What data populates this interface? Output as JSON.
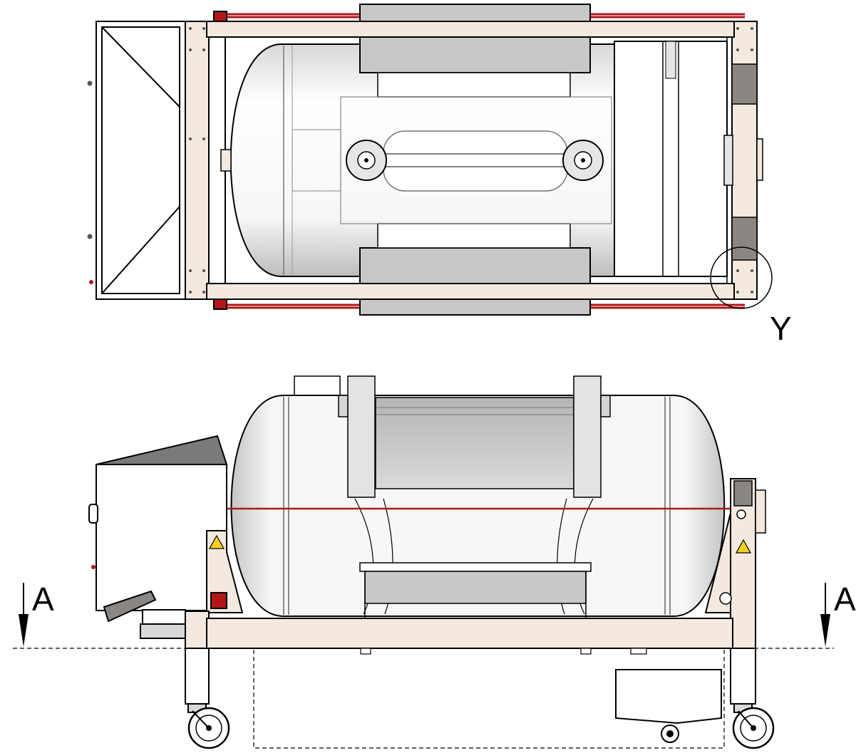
{
  "labels": {
    "detail_marker": "Y",
    "section_left": "A",
    "section_right": "A"
  },
  "colors": {
    "frame_fill": "#f3e9df",
    "tank_fill": "#f4f4f4",
    "tank_shade": "#c9c9c9",
    "strap_fill": "#c8c8c8",
    "dark_fill": "#8c8683",
    "cable_red": "#b01818",
    "outline": "#000000"
  }
}
